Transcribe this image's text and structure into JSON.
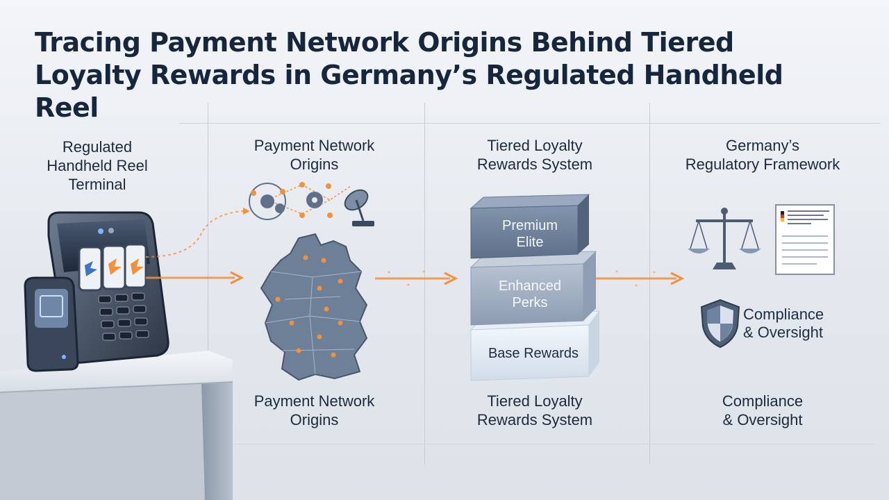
{
  "title": {
    "line1": "Tracing Payment Network Origins Behind Tiered",
    "line2": "Loyalty Rewards in Germany’s Regulated Handheld Reel"
  },
  "columns": [
    {
      "top": [
        "Regulated",
        "Handheld Reel",
        "Terminal"
      ]
    },
    {
      "top": [
        "Payment Network",
        "Origins"
      ],
      "bottom": [
        "Payment Network",
        "Origins"
      ]
    },
    {
      "top": [
        "Tiered Loyalty",
        "Rewards System"
      ],
      "bottom": [
        "Tiered Loyalty",
        "Rewards System"
      ]
    },
    {
      "top": [
        "Germany’s",
        "Regulatory Framework"
      ],
      "bottom": [
        "Compliance",
        "& Oversight"
      ]
    }
  ],
  "tiers": [
    {
      "lines": [
        "Premium",
        "Elite"
      ]
    },
    {
      "lines": [
        "Enhanced",
        "Perks"
      ]
    },
    {
      "lines": [
        "Base Rewards"
      ]
    }
  ],
  "compliance_badge": {
    "lines": [
      "Compliance",
      "& Oversight"
    ]
  },
  "colors": {
    "title": "#16263d",
    "accent_orange": "#f2913a",
    "slate": "#5f7088",
    "tier_top": "#7586a0",
    "tier_mid": "#a3b1c4",
    "tier_base": "#e8eef6"
  },
  "icons": [
    "terminal-icon",
    "slot-reels-icon",
    "gear-network-icon",
    "satellite-dish-icon",
    "germany-map-icon",
    "scales-icon",
    "document-icon",
    "shield-icon"
  ]
}
